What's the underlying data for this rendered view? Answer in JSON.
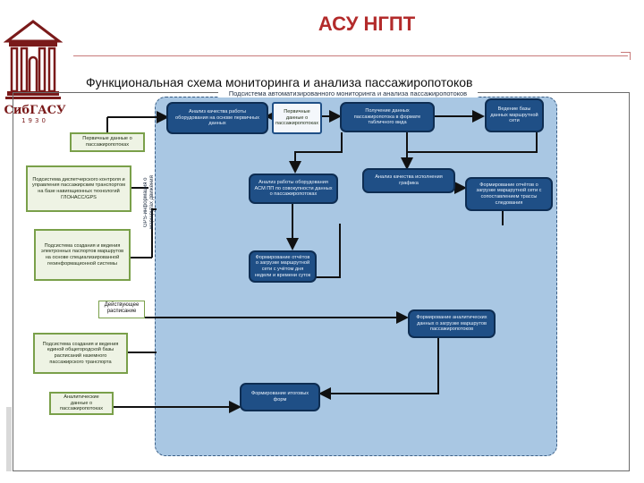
{
  "header": {
    "title": "АСУ НГПТ",
    "subtitle": "Функциональная схема мониторинга и анализа пассажиропотоков"
  },
  "logo": {
    "text": "СибГАСУ",
    "year": "1930"
  },
  "diagram": {
    "region_label": "Подсистема автоматизированного мониторинга и анализа пассажиропотоков",
    "nodes": {
      "analysis_equipment": "Анализ качества работы оборудования на основе первичных данных",
      "primary_data_inner": "Первичные данные о пассажиропотоках",
      "pass_flow_data": "Получение данных пассажиропотока в формате табличного вида",
      "route_db": "Ведение базы данных маршрутной сети",
      "primary_data_outer": "Первичные данные о пассажиропотоках",
      "subsystem_spatial": "Подсистема диспетчерского контроля и управления пассажирским транспортом на базе навигационных технологий ГЛОНАСС/GPS",
      "analysis_work_asm": "Анализ работы оборудования АСМ ПП по совокупности данных о пассажиропотоках",
      "analysis_quality": "Анализ качества исполнения графика",
      "evaluation_routes": "Формирование отчётов о загрузке маршрутной сети с сопоставлением трассы следования",
      "subsystem_etickets": "Подсистема создания и ведения электронных паспортов маршрутов на основе специализированной геоинформационной системы",
      "forming_reports": "Формирование отчётов о загрузке маршрутной сети с учётом дня недели и времени суток",
      "actual_schedule": "Действующее расписание",
      "forming_analysis": "Формирование аналитических данных о загрузке маршрутов пассажиропотоков",
      "subsystem_schedule": "Подсистема создания и ведения единой общегородской базы расписаний наземного пассажирского транспорта",
      "analytical_data": "Аналитические данные о пассажиропотоках",
      "forming_final": "Формирование итоговых форм"
    },
    "vertical_label": "GPS-информация о маршрутах движения",
    "colors": {
      "region": "#a9c7e3",
      "node": "#1f4f86",
      "external": "#7aa04a",
      "title": "#b32b2b"
    }
  }
}
